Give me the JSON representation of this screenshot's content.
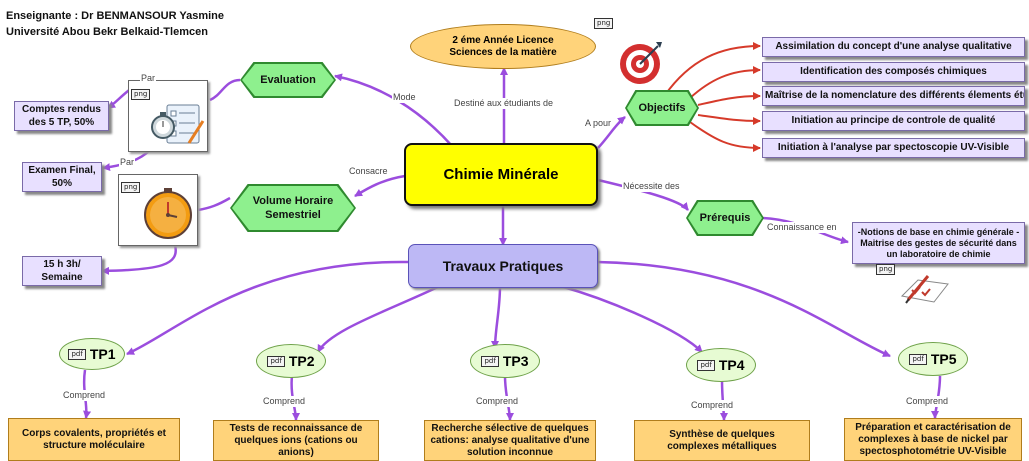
{
  "header": {
    "teacher": "Enseignante : Dr BENMANSOUR Yasmine",
    "university": "Université Abou Bekr Belkaid-Tlemcen"
  },
  "file_badges": {
    "png": "png",
    "pdf": "pdf"
  },
  "central": {
    "title": "Chimie Minérale"
  },
  "audience": {
    "label": "2 éme Année Licence Sciences de la matière",
    "link": "Destiné aux étudiants de"
  },
  "evaluation": {
    "title": "Evaluation",
    "link": "Mode",
    "par": "Par",
    "items": [
      "Comptes rendus des 5 TP, 50%",
      "Examen Final, 50%"
    ]
  },
  "volume": {
    "title": "Volume Horaire Semestriel",
    "link": "Consacre",
    "value": "15 h 3h/ Semaine"
  },
  "objectifs": {
    "title": "Objectifs",
    "link": "A pour",
    "items": [
      "Assimilation du concept d'une analyse qualitative",
      "Identification des composés chimiques",
      "Maîtrise de la nomenclature des différents élements étudiés",
      "Initiation au principe de controle de qualité",
      "Initiation à l'analyse par spectoscopie UV-Visible"
    ]
  },
  "prerequis": {
    "title": "Prérequis",
    "link": "Nécessite des",
    "link2": "Connaissance en",
    "text": "-Notions de base en chimie générale -Maitrise des gestes de sécurité dans un laboratoire de chimie"
  },
  "travaux": {
    "title": "Travaux Pratiques"
  },
  "tps": [
    {
      "name": "TP1",
      "link": "Comprend",
      "desc": "Corps covalents, propriétés et structure moléculaire"
    },
    {
      "name": "TP2",
      "link": "Comprend",
      "desc": "Tests de reconnaissance de quelques ions (cations ou anions)"
    },
    {
      "name": "TP3",
      "link": "Comprend",
      "desc": "Recherche sélective de quelques cations: analyse qualitative d'une solution inconnue"
    },
    {
      "name": "TP4",
      "link": "Comprend",
      "desc": "Synthèse de quelques complexes métalliques"
    },
    {
      "name": "TP5",
      "link": "Comprend",
      "desc": "Préparation et caractérisation de complexes à base de nickel par spectosphotométrie UV-Visible"
    }
  ],
  "colors": {
    "central": "#ffff00",
    "link": "#9b4dde",
    "objective_link": "#d63a2a",
    "hexagon": "#8ef08e"
  },
  "icons": [
    "target-icon",
    "stopwatch-checklist-icon",
    "clock-icon",
    "checklist-pen-icon"
  ]
}
